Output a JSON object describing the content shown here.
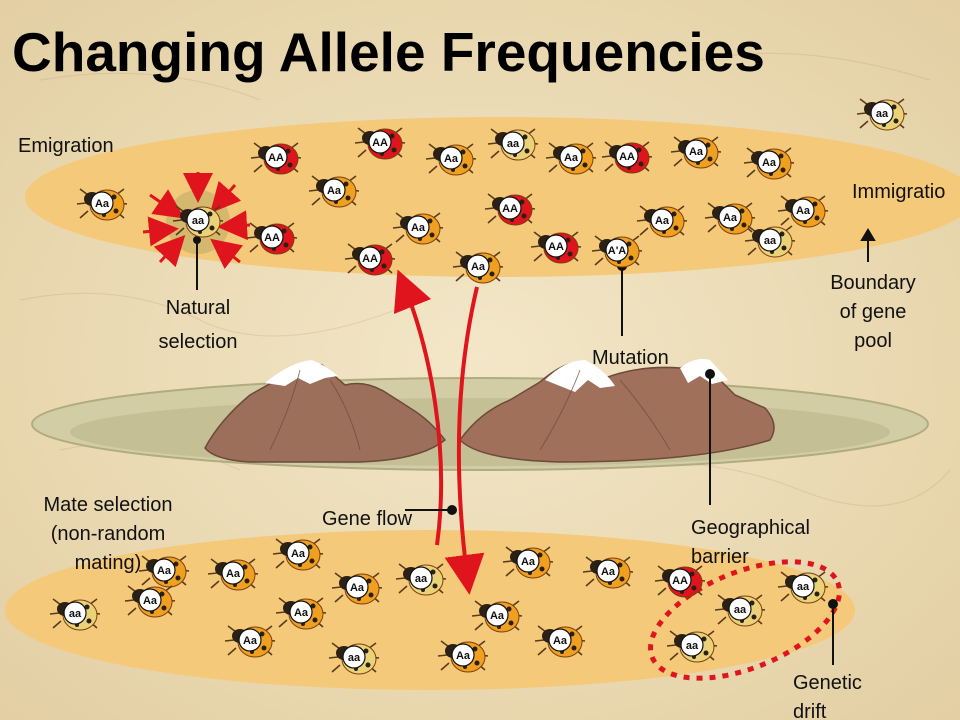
{
  "title": "Changing Allele Frequencies",
  "labels": {
    "emigration": "Emigration",
    "immigration": "Immigratio",
    "natural_selection_1": "Natural",
    "natural_selection_2": "selection",
    "boundary_1": "Boundary",
    "boundary_2": "of gene",
    "boundary_3": "pool",
    "mutation": "Mutation",
    "mate_selection_1": "Mate selection",
    "mate_selection_2": "(non-random",
    "mate_selection_3": "mating)",
    "gene_flow": "Gene flow",
    "geo_barrier_1": "Geographical",
    "geo_barrier_2": "barrier",
    "genetic_drift_1": "Genetic",
    "genetic_drift_2": "drift"
  },
  "colors": {
    "background": "#ecdcb6",
    "pool": "#f5c97a",
    "red_beetle": "#e0141c",
    "orange_beetle": "#f0a020",
    "yellow_beetle": "#ead278",
    "arrow_red": "#e0141c",
    "mountain": "#9b6f5a",
    "land": "#c8c49a"
  },
  "icons": {
    "beetle": "ladybug-beetle-icon",
    "mountain": "mountain-icon"
  },
  "beetles": [
    {
      "genotype": "aa",
      "color": "yellow"
    },
    {
      "genotype": "Aa",
      "color": "orange"
    },
    {
      "genotype": "aa",
      "color": "yellow"
    },
    {
      "genotype": "AA",
      "color": "red"
    },
    {
      "genotype": "AA",
      "color": "red"
    },
    {
      "genotype": "AA",
      "color": "red"
    },
    {
      "genotype": "Aa",
      "color": "orange"
    },
    {
      "genotype": "AA",
      "color": "red"
    },
    {
      "genotype": "Aa",
      "color": "orange"
    },
    {
      "genotype": "aa",
      "color": "yellow"
    },
    {
      "genotype": "Aa",
      "color": "orange"
    },
    {
      "genotype": "AA",
      "color": "red"
    },
    {
      "genotype": "Aa",
      "color": "orange"
    },
    {
      "genotype": "AA",
      "color": "red"
    },
    {
      "genotype": "AA",
      "color": "red"
    },
    {
      "genotype": "Aa",
      "color": "orange"
    },
    {
      "genotype": "A'A",
      "color": "orange"
    },
    {
      "genotype": "Aa",
      "color": "orange"
    },
    {
      "genotype": "Aa",
      "color": "orange"
    },
    {
      "genotype": "Aa",
      "color": "orange"
    },
    {
      "genotype": "Aa",
      "color": "orange"
    },
    {
      "genotype": "Aa",
      "color": "orange"
    },
    {
      "genotype": "Aa",
      "color": "orange"
    },
    {
      "genotype": "aa",
      "color": "yellow"
    },
    {
      "genotype": "Aa",
      "color": "orange"
    },
    {
      "genotype": "aa",
      "color": "yellow"
    },
    {
      "genotype": "Aa",
      "color": "orange"
    },
    {
      "genotype": "Aa",
      "color": "orange"
    },
    {
      "genotype": "Aa",
      "color": "orange"
    },
    {
      "genotype": "Aa",
      "color": "orange"
    },
    {
      "genotype": "Aa",
      "color": "orange"
    },
    {
      "genotype": "aa",
      "color": "yellow"
    },
    {
      "genotype": "Aa",
      "color": "orange"
    },
    {
      "genotype": "aa",
      "color": "yellow"
    },
    {
      "genotype": "Aa",
      "color": "orange"
    },
    {
      "genotype": "Aa",
      "color": "orange"
    },
    {
      "genotype": "Aa",
      "color": "orange"
    },
    {
      "genotype": "Aa",
      "color": "orange"
    },
    {
      "genotype": "AA",
      "color": "red"
    },
    {
      "genotype": "aa",
      "color": "yellow"
    },
    {
      "genotype": "aa",
      "color": "yellow"
    },
    {
      "genotype": "aa",
      "color": "yellow"
    }
  ]
}
